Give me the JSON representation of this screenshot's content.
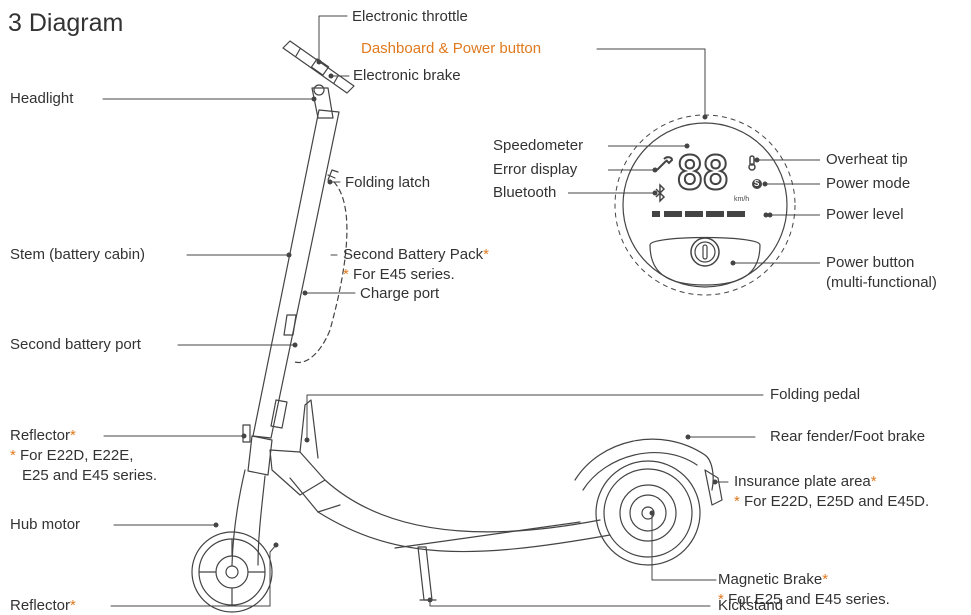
{
  "title": "3 Diagram",
  "colors": {
    "line": "#444444",
    "text": "#333333",
    "accent": "#e07a1f"
  },
  "labels": {
    "electronic_throttle": "Electronic throttle",
    "dashboard_power_button": "Dashboard & Power button",
    "electronic_brake": "Electronic brake",
    "headlight": "Headlight",
    "folding_latch": "Folding latch",
    "stem": "Stem (battery cabin)",
    "second_battery_pack": "Second Battery Pack",
    "second_battery_pack_note": "For E45 series.",
    "charge_port": "Charge port",
    "second_battery_port": "Second battery port",
    "reflector_front": "Reflector",
    "reflector_front_note_1": "For E22D, E22E,",
    "reflector_front_note_2": "E25 and E45 series.",
    "hub_motor": "Hub motor",
    "reflector_bottom": "Reflector",
    "folding_pedal": "Folding pedal",
    "rear_fender": "Rear fender/Foot brake",
    "insurance_plate": "Insurance plate area",
    "insurance_plate_note": "For E22D, E25D and E45D.",
    "magnetic_brake": "Magnetic Brake",
    "magnetic_brake_note": "For E25 and E45 series.",
    "kickstand": "Kickstand",
    "speedometer": "Speedometer",
    "error_display": "Error display",
    "bluetooth": "Bluetooth",
    "overheat_tip": "Overheat tip",
    "power_mode": "Power mode",
    "power_level": "Power level",
    "power_button": "Power button",
    "power_button_sub": "(multi-functional)",
    "asterisk": "*"
  },
  "dashboard": {
    "speed_digits": "88",
    "speed_unit": "km/h",
    "mode_icon": "S"
  }
}
